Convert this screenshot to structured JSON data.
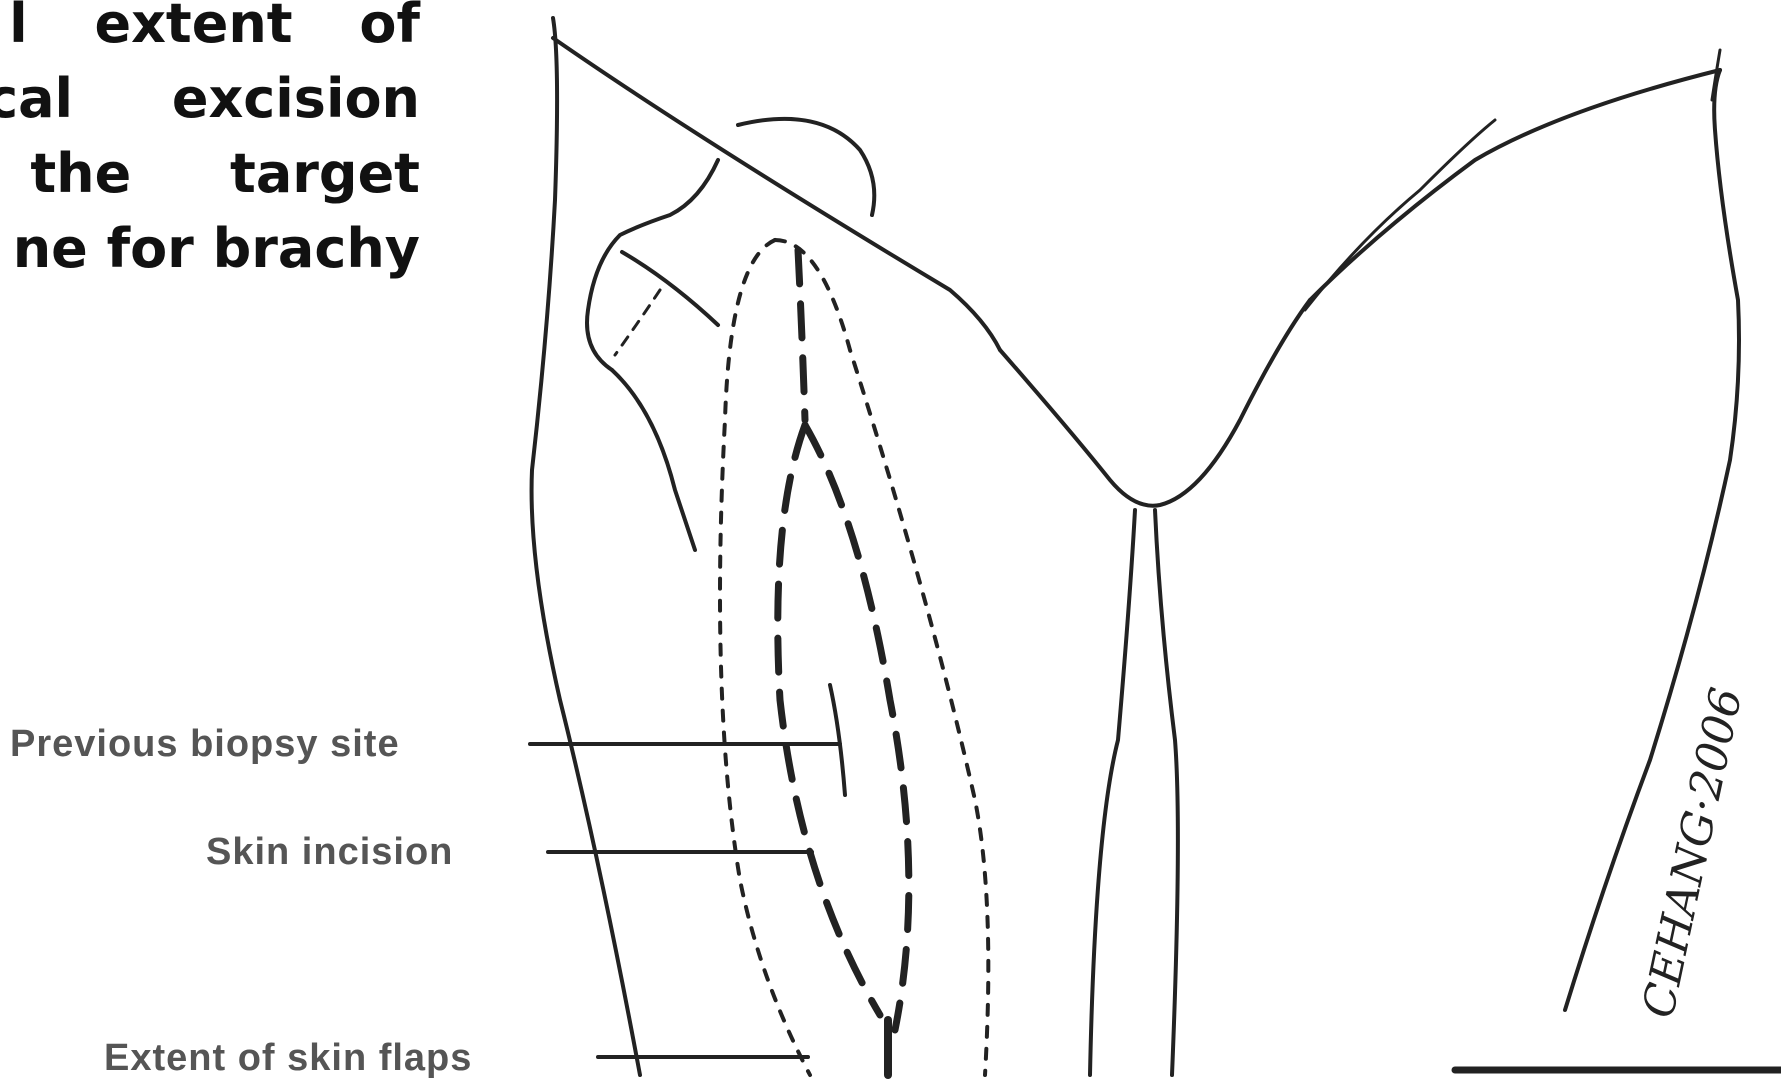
{
  "heading_lines": [
    "l extent of",
    "cal excision",
    "the target",
    "ne for brachy"
  ],
  "labels": {
    "previous_biopsy_site": "Previous biopsy site",
    "skin_incision": "Skin incision",
    "extent_of_skin_flaps": "Extent of skin flaps"
  },
  "signature": "CEHANG·2006",
  "colors": {
    "ink": "#222222",
    "label": "#555555"
  }
}
